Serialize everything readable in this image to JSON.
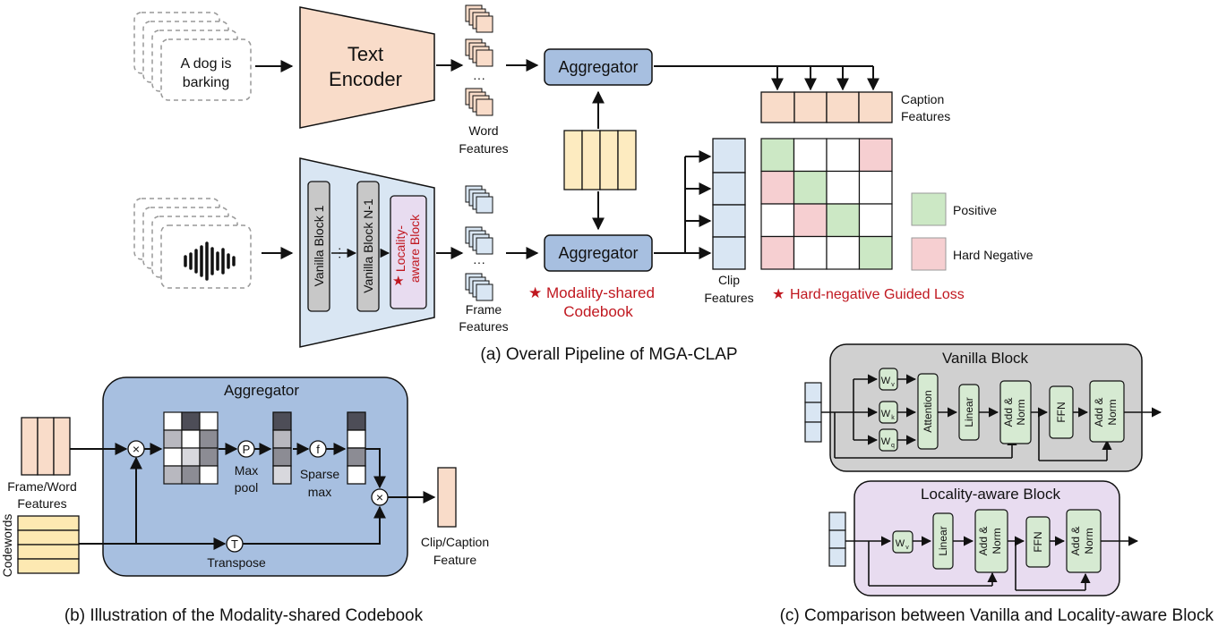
{
  "colors": {
    "peach": "#f9dcc9",
    "blue_light": "#d9e6f3",
    "aggregator_blue": "#a7bfe0",
    "codebook_yellow": "#fdebc0",
    "codeword_yellow": "#fde9b2",
    "lavender": "#e8dcf0",
    "gray_panel": "#d0d0d0",
    "block_gray": "#c8c8c8",
    "green": "#cce8c5",
    "pink": "#f6cfd1",
    "red": "#c0171f"
  },
  "panel_a": {
    "caption": "(a) Overall Pipeline of MGA-CLAP",
    "text_input": [
      "A dog is",
      "barking"
    ],
    "text_encoder": [
      "Text",
      "Encoder"
    ],
    "audio_blocks": {
      "vanilla_1": "Vanilla Block 1",
      "dots": "···",
      "vanilla_n1": "Vanilla Block N-1",
      "locality": [
        "Locality-",
        "aware Block"
      ]
    },
    "word_features": [
      "Word",
      "Features"
    ],
    "frame_features": [
      "Frame",
      "Features"
    ],
    "aggregator": "Aggregator",
    "codebook_label": [
      "Modality-shared",
      "Codebook"
    ],
    "clip_features": [
      "Clip",
      "Features"
    ],
    "caption_features": [
      "Caption",
      "Features"
    ],
    "legend": {
      "positive": "Positive",
      "hard_negative": "Hard Negative"
    },
    "loss_label": "Hard-negative Guided Loss",
    "matrix": [
      [
        "green",
        "white",
        "white",
        "pink"
      ],
      [
        "pink",
        "green",
        "white",
        "white"
      ],
      [
        "white",
        "pink",
        "green",
        "white"
      ],
      [
        "pink",
        "white",
        "white",
        "green"
      ]
    ]
  },
  "panel_b": {
    "caption": "(b) Illustration of the Modality-shared Codebook",
    "aggregator_title": "Aggregator",
    "input_label": [
      "Frame/Word",
      "Features"
    ],
    "codewords_label": "Codewords",
    "max_pool": [
      "Max",
      "pool"
    ],
    "sparse_max": [
      "Sparse",
      "max"
    ],
    "transpose": "Transpose",
    "output_label": [
      "Clip/Caption",
      "Feature"
    ],
    "symbols": {
      "multiply": "×",
      "pool": "P",
      "sparse": "f",
      "transpose": "T"
    }
  },
  "panel_c": {
    "caption": "(c) Comparison between Vanilla and Locality-aware Block",
    "vanilla_title": "Vanilla Block",
    "locality_title": "Locality-aware Block",
    "wv": "W",
    "wk": "W",
    "wq": "W",
    "sub_v": "v",
    "sub_k": "k",
    "sub_q": "q",
    "attention": "Attention",
    "linear": "Linear",
    "add_norm": [
      "Add &",
      "Norm"
    ],
    "ffn": "FFN"
  }
}
